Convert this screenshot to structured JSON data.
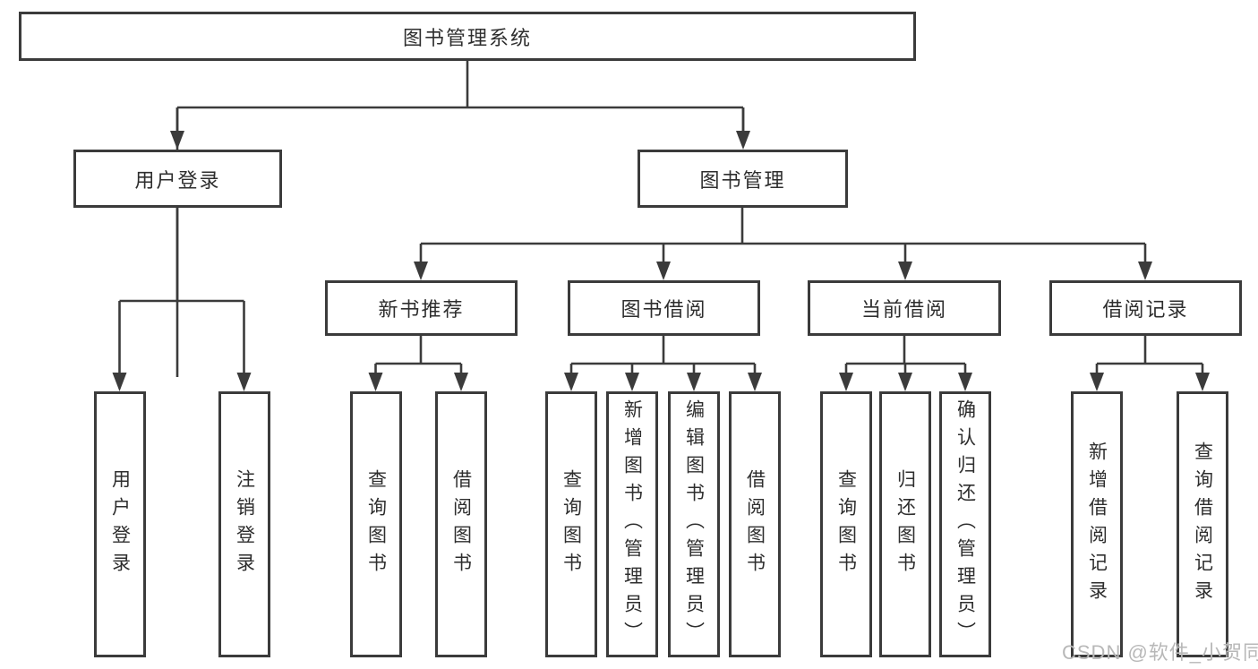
{
  "tree": {
    "root": {
      "label": "图书管理系统"
    },
    "branches": [
      {
        "label": "用户登录",
        "children": [
          {
            "label": "用户登录"
          },
          {
            "label": "注销登录"
          }
        ]
      },
      {
        "label": "图书管理",
        "children": [
          {
            "label": "新书推荐",
            "children": [
              {
                "label": "查询图书"
              },
              {
                "label": "借阅图书"
              }
            ]
          },
          {
            "label": "图书借阅",
            "children": [
              {
                "label": "查询图书"
              },
              {
                "label": "新增图书（管理员）"
              },
              {
                "label": "编辑图书（管理员）"
              },
              {
                "label": "借阅图书"
              }
            ]
          },
          {
            "label": "当前借阅",
            "children": [
              {
                "label": "查询图书"
              },
              {
                "label": "归还图书"
              },
              {
                "label": "确认归还（管理员）"
              }
            ]
          },
          {
            "label": "借阅记录",
            "children": [
              {
                "label": "新增借阅记录"
              },
              {
                "label": "查询借阅记录"
              }
            ]
          }
        ]
      }
    ]
  },
  "watermark": {
    "text": "CSDN @软件_小贺同学"
  },
  "colors": {
    "line": "#3b3b3b",
    "box_border": "#3b3b3b",
    "text": "#2e2e2e",
    "watermark": "#b8b8b8",
    "background": "#ffffff"
  }
}
